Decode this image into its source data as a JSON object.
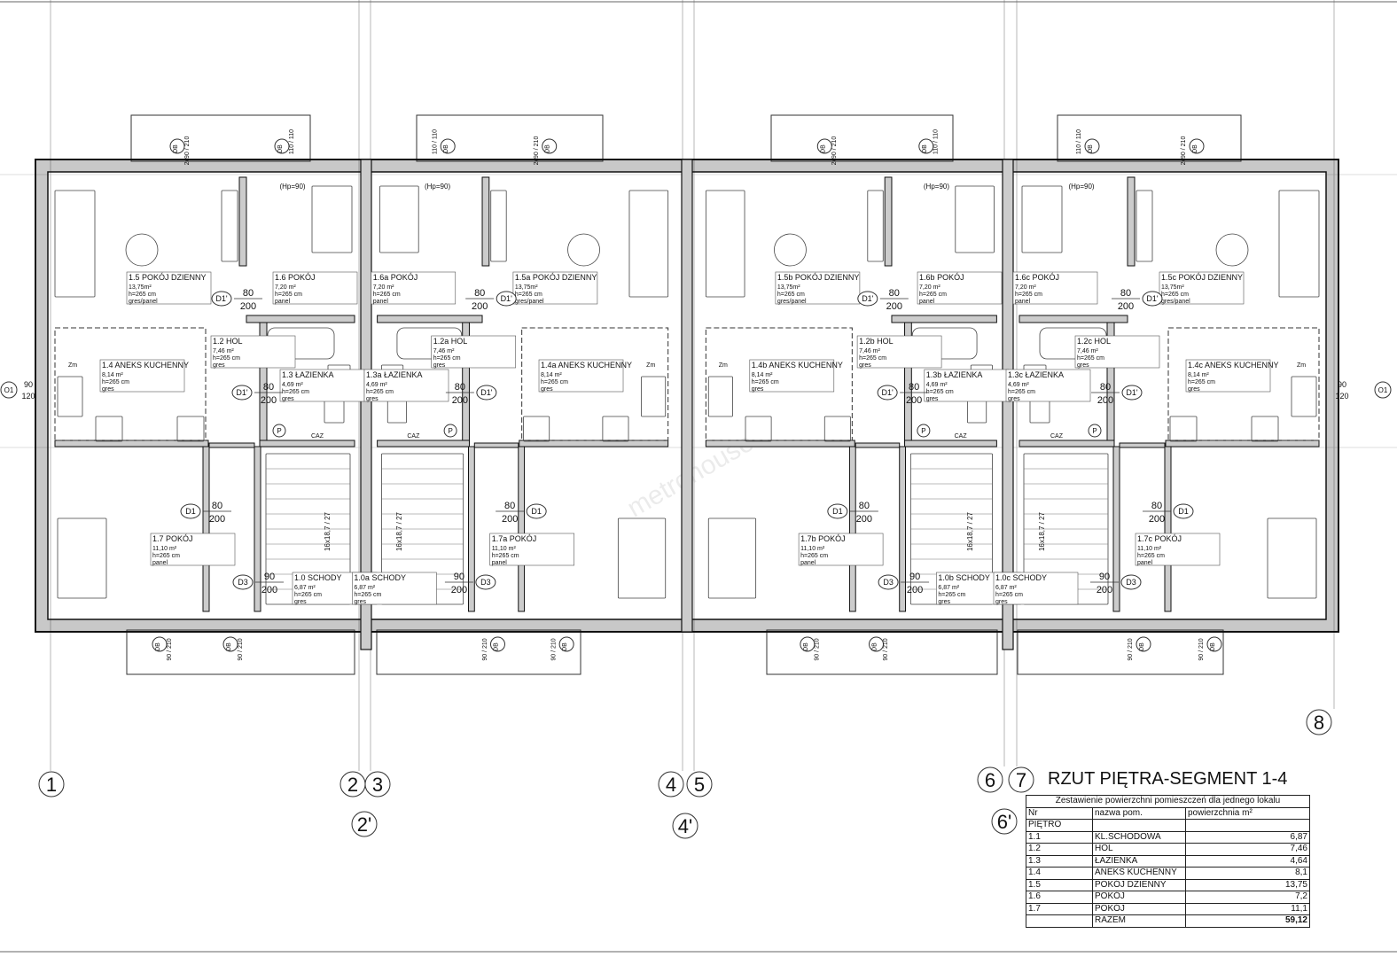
{
  "title": "RZUT PIĘTRA-SEGMENT 1-4",
  "watermark": "metrohouse",
  "axes": [
    {
      "label": "1",
      "pos": "1"
    },
    {
      "label": "2",
      "pos": "2"
    },
    {
      "label": "3",
      "pos": "3"
    },
    {
      "label": "2'",
      "pos": "2p"
    },
    {
      "label": "4",
      "pos": "4"
    },
    {
      "label": "5",
      "pos": "5"
    },
    {
      "label": "4'",
      "pos": "4p"
    },
    {
      "label": "6",
      "pos": "6"
    },
    {
      "label": "7",
      "pos": "7"
    },
    {
      "label": "6'",
      "pos": "6p"
    },
    {
      "label": "8",
      "pos": "8"
    }
  ],
  "units": [
    {
      "suffix": "",
      "mirrored": false
    },
    {
      "suffix": "a",
      "mirrored": true
    },
    {
      "suffix": "b",
      "mirrored": false
    },
    {
      "suffix": "c",
      "mirrored": true
    }
  ],
  "rooms": [
    {
      "nr": "1.5",
      "name": "POKÓJ DZIENNY",
      "area": "13,75m²",
      "height": "h=265 cm",
      "floor": "gres/panel"
    },
    {
      "nr": "1.6",
      "name": "POKÓJ",
      "area": "7,20 m²",
      "height": "h=265 cm",
      "floor": "panel"
    },
    {
      "nr": "1.2",
      "name": "HOL",
      "area": "7,46 m²",
      "height": "h=265 cm",
      "floor": "gres"
    },
    {
      "nr": "1.4",
      "name": "ANEKS KUCHENNY",
      "area": "8,14 m²",
      "height": "h=265 cm",
      "floor": "gres"
    },
    {
      "nr": "1.3",
      "name": "ŁAZIENKA",
      "area": "4,69 m²",
      "height": "h=265 cm",
      "floor": "gres"
    },
    {
      "nr": "1.7",
      "name": "POKÓJ",
      "area": "11,10 m²",
      "height": "h=265 cm",
      "floor": "panel"
    },
    {
      "nr": "1.0",
      "name": "SCHODY",
      "area": "6,87 m²",
      "height": "h=265 cm",
      "floor": "gres"
    }
  ],
  "doors": [
    {
      "tag": "D1'",
      "w": "80",
      "h": "200"
    },
    {
      "tag": "D1'",
      "w": "80",
      "h": "200"
    },
    {
      "tag": "D1",
      "w": "80",
      "h": "200"
    },
    {
      "tag": "D3",
      "w": "90",
      "h": "200"
    }
  ],
  "balcony_doors": {
    "tag": "DB",
    "top_left": "2x90 / 210",
    "top_right": "110 / 110",
    "bottom": "90 / 210",
    "sill": "(Hp=90)"
  },
  "windows": {
    "tag": "O1",
    "w": "90",
    "h": "120"
  },
  "fixtures": {
    "fridge": "Zm",
    "boiler": "CAZ",
    "p": "P",
    "stairs": "16x18,7 / 27"
  },
  "table": {
    "caption": "Zestawienie powierzchni pomieszczeń dla jednego lokalu",
    "headers": [
      "Nr",
      "nazwa pom.",
      "powierzchnia m²"
    ],
    "section": "PIĘTRO",
    "rows": [
      [
        "1.1",
        "KL.SCHODOWA",
        "6,87"
      ],
      [
        "1.2",
        "HOL",
        "7,46"
      ],
      [
        "1.3",
        "ŁAZIENKA",
        "4,64"
      ],
      [
        "1.4",
        "ANEKS KUCHENNY",
        "8,1"
      ],
      [
        "1.5",
        "POKÓJ DZIENNY",
        "13,75"
      ],
      [
        "1.6",
        "POKÓJ",
        "7,2"
      ],
      [
        "1.7",
        "POKÓJ",
        "11,1"
      ]
    ],
    "total_label": "RAZEM",
    "total": "59,12"
  }
}
